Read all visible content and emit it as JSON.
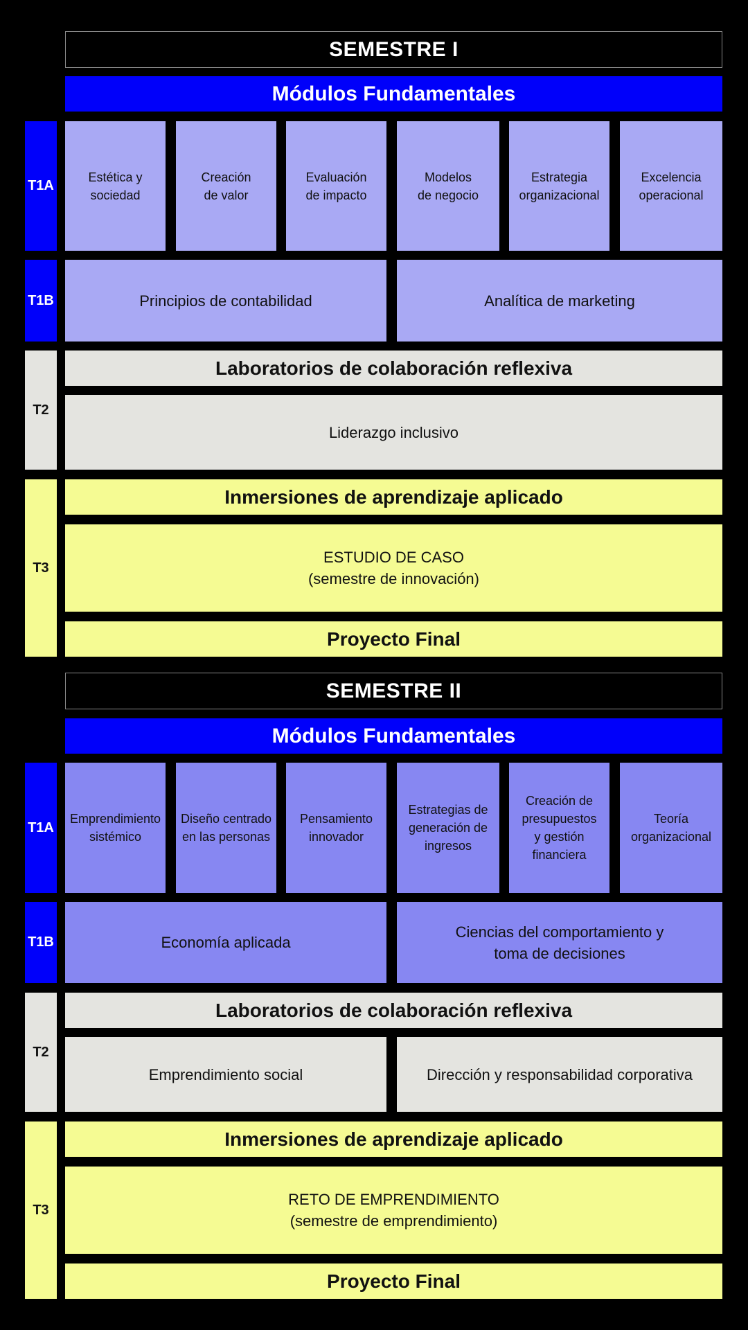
{
  "colors": {
    "background": "#000000",
    "blue": "#0000fa",
    "lavender_light": "#a9a9f4",
    "lavender_mid": "#8787f2",
    "gray": "#e4e4e0",
    "yellow": "#f5fb93",
    "white": "#ffffff"
  },
  "semester1": {
    "title": "SEMESTRE I",
    "modules_header": "Módulos Fundamentales",
    "t1a": {
      "label": "T1A",
      "courses": [
        "Estética y\nsociedad",
        "Creación\nde valor",
        "Evaluación\nde impacto",
        "Modelos\nde negocio",
        "Estrategia\norganizacional",
        "Excelencia\noperacional"
      ]
    },
    "t1b": {
      "label": "T1B",
      "courses": [
        "Principios de contabilidad",
        "Analítica de marketing"
      ]
    },
    "t2": {
      "label": "T2",
      "header": "Laboratorios de colaboración reflexiva",
      "courses": [
        "Liderazgo inclusivo"
      ]
    },
    "t3": {
      "label": "T3",
      "header": "Inmersiones de aprendizaje aplicado",
      "case": "ESTUDIO DE CASO\n(semestre de innovación)",
      "final": "Proyecto Final"
    }
  },
  "semester2": {
    "title": "SEMESTRE II",
    "modules_header": "Módulos Fundamentales",
    "t1a": {
      "label": "T1A",
      "courses": [
        "Emprendimiento\nsistémico",
        "Diseño centrado\nen las personas",
        "Pensamiento\ninnovador",
        "Estrategias de\ngeneración de\ningresos",
        "Creación de\npresupuestos\ny gestión\nfinanciera",
        "Teoría\norganizacional"
      ]
    },
    "t1b": {
      "label": "T1B",
      "courses": [
        "Economía aplicada",
        "Ciencias del comportamiento y\ntoma de decisiones"
      ]
    },
    "t2": {
      "label": "T2",
      "header": "Laboratorios de colaboración reflexiva",
      "courses": [
        "Emprendimiento social",
        "Dirección y responsabilidad corporativa"
      ]
    },
    "t3": {
      "label": "T3",
      "header": "Inmersiones de aprendizaje aplicado",
      "case": "RETO DE EMPRENDIMIENTO\n(semestre de emprendimiento)",
      "final": "Proyecto Final"
    }
  }
}
